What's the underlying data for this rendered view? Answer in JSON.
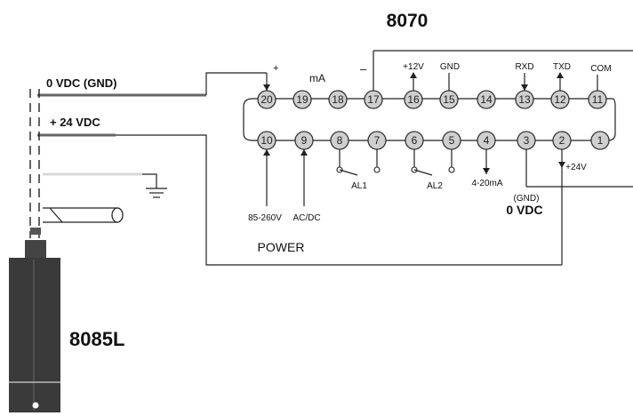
{
  "controller": {
    "title": "8070",
    "terminals_top": [
      "20",
      "19",
      "18",
      "17",
      "16",
      "15",
      "14",
      "13",
      "12",
      "11"
    ],
    "terminals_bottom": [
      "10",
      "9",
      "8",
      "7",
      "6",
      "5",
      "4",
      "3",
      "2",
      "1"
    ],
    "labels": {
      "ma": "mA",
      "plus": "+",
      "minus": "–",
      "v12": "+12V",
      "gnd": "GND",
      "rxd": "RXD",
      "txd": "TXD",
      "com": "COM",
      "al1": "AL1",
      "al2": "AL2",
      "out_plus": "+",
      "out_ma": "4-20mA",
      "gnd_paren": "(GND)",
      "zero_vdc": "0 VDC",
      "plus24v": "+24V",
      "volt_range": "85-260V",
      "acdc": "AC/DC",
      "power": "POWER"
    }
  },
  "sensor": {
    "model": "8085L",
    "wire_labels": {
      "gnd": "0 VDC (GND)",
      "supply": "+ 24 VDC"
    }
  },
  "colors": {
    "terminal_fill": "#cfcfcf",
    "wire": "#222222",
    "sensor_body": "#3a3a3a",
    "grey_wire": "#d8d8d8"
  }
}
